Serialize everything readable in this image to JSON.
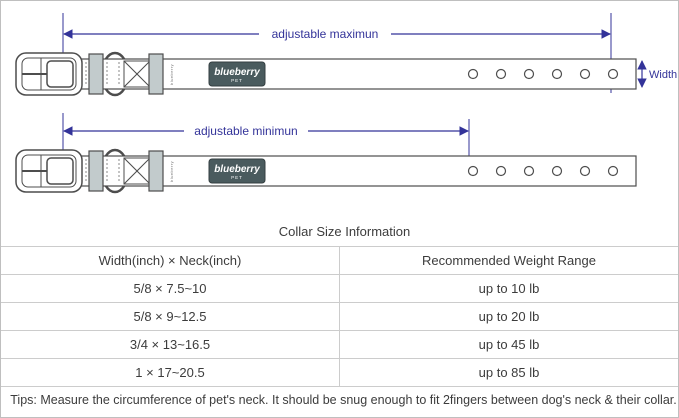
{
  "diagram": {
    "max_dimension_label": "adjustable maximun",
    "min_dimension_label": "adjustable minimun",
    "width_label": "Width",
    "brand": {
      "name": "blueberry",
      "sub": "PET",
      "strap_micro_text": "blueberry"
    },
    "colors": {
      "dimension_line": "#333399",
      "collar_outline": "#4d4d4d",
      "keeper_fill": "#c2cbcc",
      "logo_background": "#4a5b5e",
      "logo_text": "#ffffff"
    },
    "hole_count_per_collar": 6
  },
  "table": {
    "title": "Collar Size Information",
    "headers": [
      "Width(inch)  ×  Neck(inch)",
      "Recommended Weight Range"
    ],
    "rows": [
      {
        "size": "5/8 × 7.5~10",
        "weight": "up to 10 lb"
      },
      {
        "size": "5/8 × 9~12.5",
        "weight": "up to 20 lb"
      },
      {
        "size": "3/4 × 13~16.5",
        "weight": "up to 45 lb"
      },
      {
        "size": "1 × 17~20.5",
        "weight": "up to 85 lb"
      }
    ],
    "tips": "Tips: Measure the circumference of pet's neck. It should be snug enough to fit 2fingers between dog's neck & their collar."
  }
}
